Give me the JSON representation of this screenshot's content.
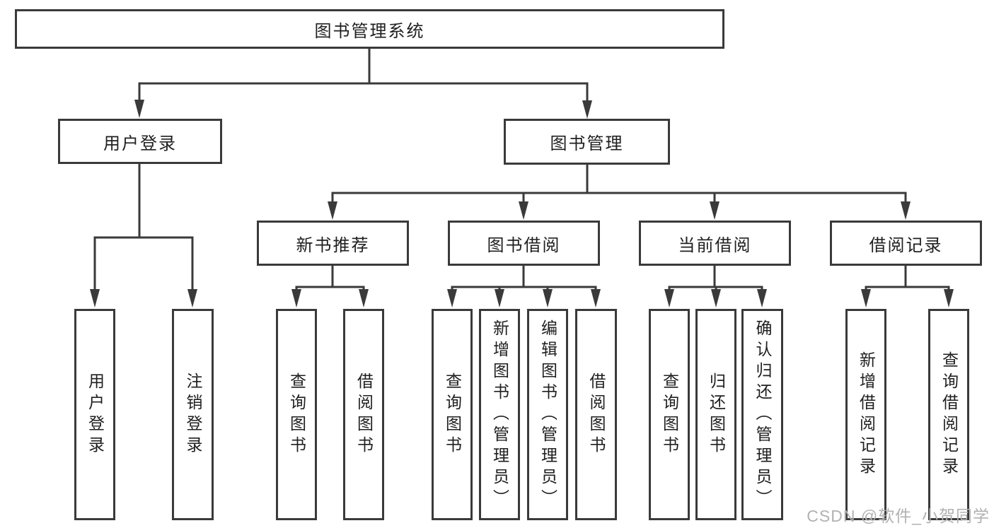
{
  "diagram": {
    "root": {
      "label": "图书管理系统"
    },
    "level2": [
      {
        "label": "用户登录"
      },
      {
        "label": "图书管理"
      }
    ],
    "level3": [
      {
        "label": "新书推荐"
      },
      {
        "label": "图书借阅"
      },
      {
        "label": "当前借阅"
      },
      {
        "label": "借阅记录"
      }
    ],
    "leaves": [
      {
        "label": "用户登录"
      },
      {
        "label": "注销登录"
      },
      {
        "label": "查询图书"
      },
      {
        "label": "借阅图书"
      },
      {
        "label": "查询图书"
      },
      {
        "label": "新增图书（管理员）"
      },
      {
        "label": "编辑图书（管理员）"
      },
      {
        "label": "借阅图书"
      },
      {
        "label": "查询图书"
      },
      {
        "label": "归还图书"
      },
      {
        "label": "确认归还（管理员）"
      },
      {
        "label": "新增借阅记录"
      },
      {
        "label": "查询借阅记录"
      }
    ]
  },
  "watermark": "CSDN @软件_小贺同学",
  "colors": {
    "line": "#3a3a3a",
    "text": "#1f1f1f",
    "watermark": "#b2b2b2",
    "background": "#ffffff"
  }
}
